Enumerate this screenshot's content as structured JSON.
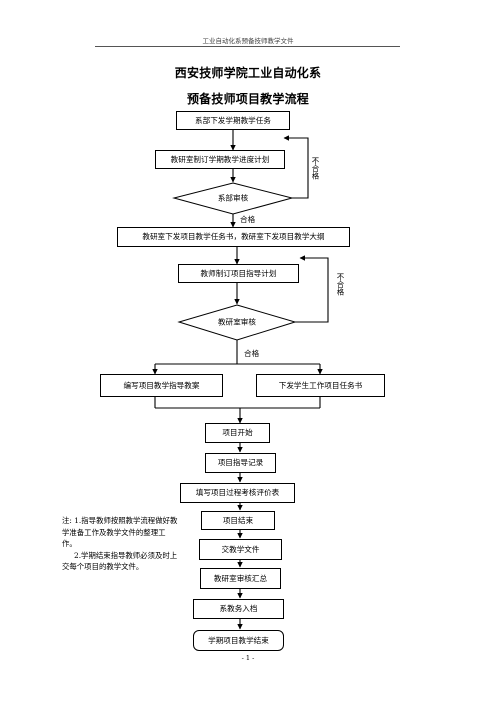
{
  "header": {
    "running_title": "工业自动化系预备技师教学文件"
  },
  "title": {
    "line1": "西安技师学院工业自动化系",
    "line2": "预备技师项目教学流程"
  },
  "flow": {
    "step1": "系部下发学期教学任务",
    "step2": "教研室制订学期教学进度计划",
    "decision1": "系部审核",
    "step3": "教研室下发项目教学任务书，教研室下发项目教学大纲",
    "step4": "教师制订项目指导计划",
    "decision2": "教研室审核",
    "branch_left": "编写项目教学指导教案",
    "branch_right": "下发学生工作项目任务书",
    "step5": "项目开始",
    "step6": "项目指导记录",
    "step7": "填写项目过程考核评价表",
    "step8": "项目结束",
    "step9": "交教学文件",
    "step10": "教研室审核汇总",
    "step11": "系教务入档",
    "step12": "学期项目教学结束",
    "pass_label_1": "合格",
    "pass_label_2": "合格",
    "fail_label_1": "不合格",
    "fail_label_2": "不合格"
  },
  "note": {
    "line1": "注: 1.指导教师按照教学流程做好教学准备工作及教学文件的整理工作。",
    "line2": "2.学期结束指导教师必须及时上交每个项目的教学文件。"
  },
  "footer": {
    "page_number": "- 1 -"
  }
}
